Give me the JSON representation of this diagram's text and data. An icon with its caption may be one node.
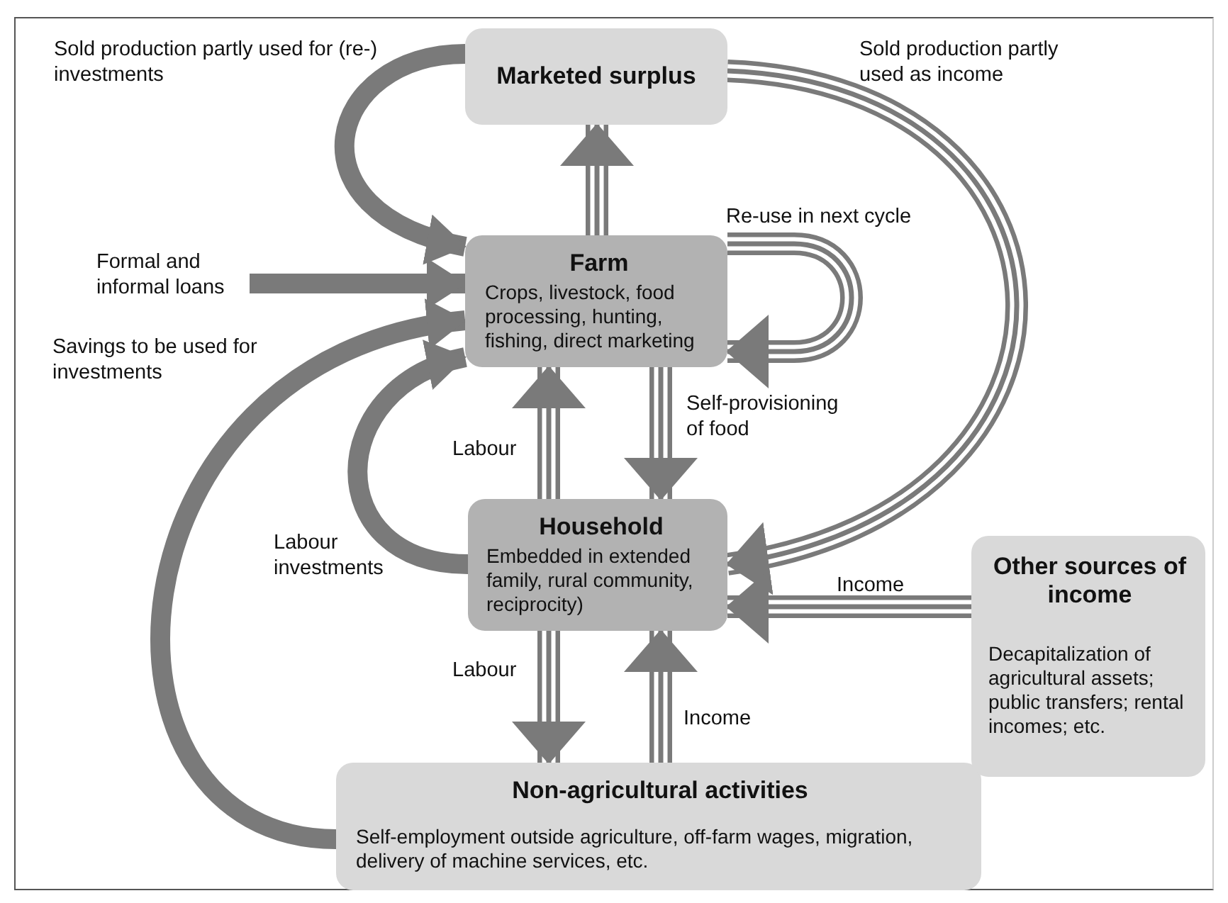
{
  "diagram": {
    "nodes": [
      {
        "text": [
          "Marketed surplus"
        ]
      },
      {
        "text": [
          "Farm",
          "Crops, livestock, food processing, hunting, fishing, direct marketing"
        ]
      },
      {
        "text": [
          "Household",
          "Embedded in extended family, rural community, reciprocity)"
        ]
      },
      {
        "text": [
          "Non-agricultural activities",
          "Self-employment outside agriculture, off-farm wages, migration, delivery of machine services, etc."
        ]
      },
      {
        "text": [
          "Other sources of income",
          "Decapitalization of agricultural assets; public transfers; rental incomes; etc."
        ]
      }
    ],
    "edges": [
      {
        "from": 1,
        "to": 0,
        "arrow": "to"
      },
      {
        "from": 0,
        "to": 1,
        "arrow": "to",
        "style": "thick",
        "label": "Sold production partly used for (re-) investments"
      },
      {
        "from": 0,
        "to": 2,
        "arrow": "to",
        "label": "Sold production partly used as income"
      },
      {
        "from": null,
        "to": 1,
        "arrow": "to",
        "style": "thick",
        "label": "Formal and informal loans"
      },
      {
        "from": 1,
        "to": 1,
        "arrow": "to",
        "label": "Re-use in next cycle"
      },
      {
        "from": 1,
        "to": 2,
        "arrow": "to",
        "label": "Self-provisioning of food"
      },
      {
        "from": 2,
        "to": 1,
        "arrow": "to",
        "label": "Labour"
      },
      {
        "from": 2,
        "to": 1,
        "arrow": "to",
        "style": "thick",
        "label": "Labour investments"
      },
      {
        "from": 4,
        "to": 2,
        "arrow": "to",
        "label": "Income"
      },
      {
        "from": 2,
        "to": 3,
        "arrow": "to",
        "label": "Labour"
      },
      {
        "from": 3,
        "to": 2,
        "arrow": "to",
        "label": "Income"
      },
      {
        "from": 3,
        "to": 1,
        "arrow": "to",
        "style": "thick",
        "label": "Savings to be used for investments"
      }
    ]
  }
}
